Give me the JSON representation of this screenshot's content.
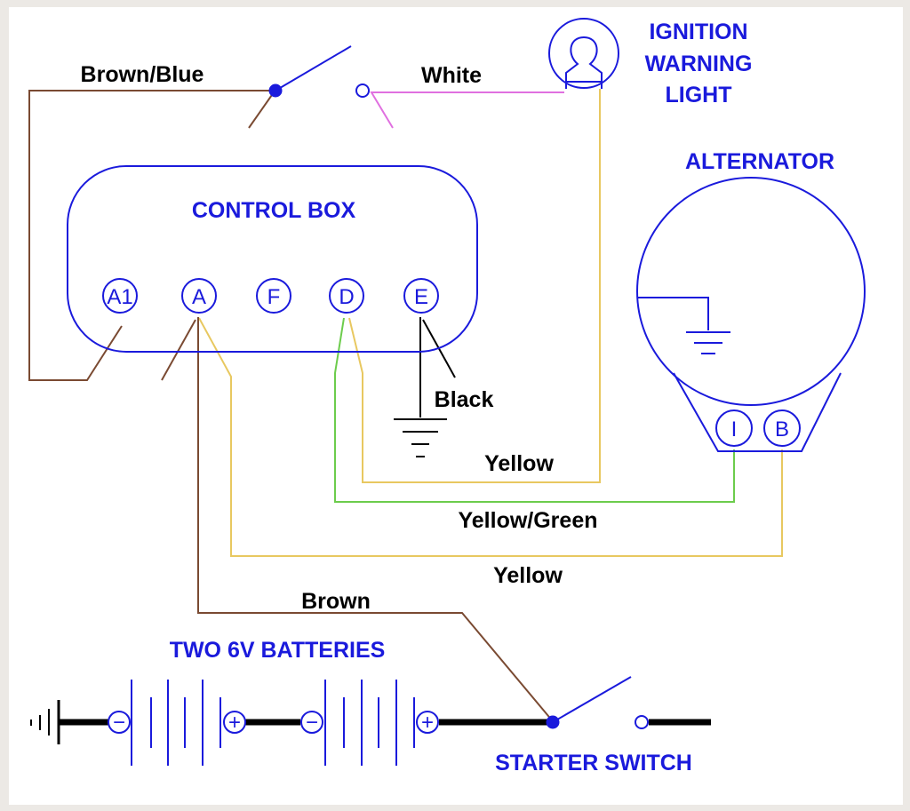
{
  "labels": {
    "ignition_warning_light": [
      "IGNITION",
      "WARNING",
      "LIGHT"
    ],
    "alternator": "ALTERNATOR",
    "control_box": "CONTROL BOX",
    "batteries": "TWO 6V BATTERIES",
    "starter_switch": "STARTER SWITCH"
  },
  "wires": {
    "brown_blue": "Brown/Blue",
    "white": "White",
    "black": "Black",
    "yellow_light": "Yellow",
    "yellow_green": "Yellow/Green",
    "yellow_alt": "Yellow",
    "brown": "Brown"
  },
  "control_box_terminals": [
    "A1",
    "A",
    "F",
    "D",
    "E"
  ],
  "alternator_terminals": [
    "I",
    "B"
  ],
  "battery_polarity": {
    "negative": "−",
    "positive": "+"
  },
  "colors": {
    "outline": "#1a1adc",
    "brown": "#7a4a32",
    "white_wire": "#e070e0",
    "yellow": "#e8c860",
    "green": "#6ccc4c",
    "black": "#000000",
    "background": "#ece9e5",
    "frame": "#ffffff"
  }
}
